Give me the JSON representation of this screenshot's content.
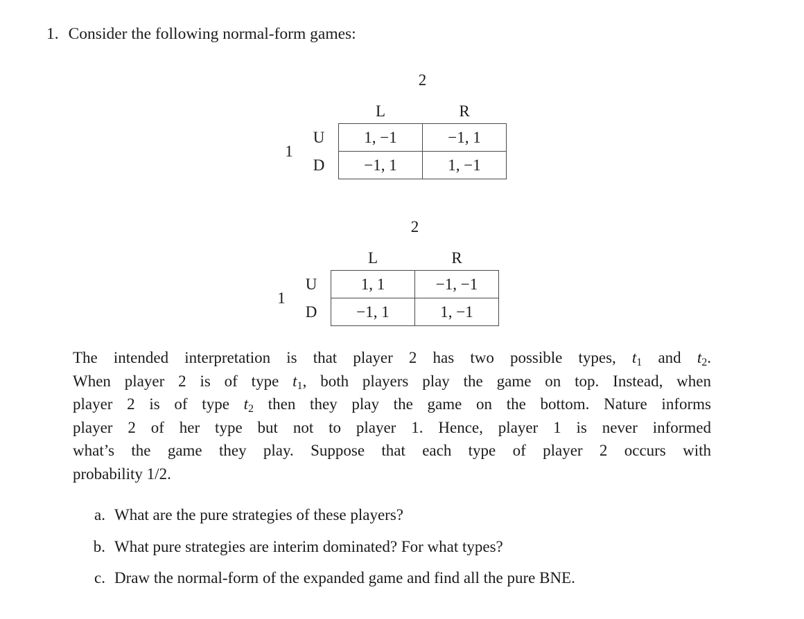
{
  "page": {
    "background": "#ffffff",
    "text_color": "#1b1b1b",
    "table_border_color": "#4a4a4a"
  },
  "problem": {
    "number": "1.",
    "title": "Consider the following normal-form games:"
  },
  "games": [
    {
      "player2_label": "2",
      "player1_label": "1",
      "col_labels": [
        "L",
        "R"
      ],
      "row_labels": [
        "U",
        "D"
      ],
      "cells": [
        [
          "1, −1",
          "−1, 1"
        ],
        [
          "−1, 1",
          "1, −1"
        ]
      ]
    },
    {
      "player2_label": "2",
      "player1_label": "1",
      "col_labels": [
        "L",
        "R"
      ],
      "row_labels": [
        "U",
        "D"
      ],
      "cells": [
        [
          "1, 1",
          "−1, −1"
        ],
        [
          "−1, 1",
          "1, −1"
        ]
      ]
    }
  ],
  "paragraph": {
    "lines": [
      {
        "justify": true,
        "segments": [
          {
            "t": "The intended interpretation is that player 2 has two possible types, "
          },
          {
            "t": "t",
            "math": true
          },
          {
            "t": "1",
            "sub": true
          },
          {
            "t": " and "
          },
          {
            "t": "t",
            "math": true
          },
          {
            "t": "2",
            "sub": true
          },
          {
            "t": "."
          }
        ]
      },
      {
        "justify": true,
        "segments": [
          {
            "t": "When player 2 is of type "
          },
          {
            "t": "t",
            "math": true
          },
          {
            "t": "1",
            "sub": true
          },
          {
            "t": ", both players play the game on top. Instead, when"
          }
        ]
      },
      {
        "justify": true,
        "segments": [
          {
            "t": "player 2 is of type "
          },
          {
            "t": "t",
            "math": true
          },
          {
            "t": "2",
            "sub": true
          },
          {
            "t": " then they play the game on the bottom. Nature informs"
          }
        ]
      },
      {
        "justify": true,
        "segments": [
          {
            "t": "player 2 of her type but not to player 1. Hence, player 1 is never informed"
          }
        ]
      },
      {
        "justify": true,
        "segments": [
          {
            "t": "what’s the game they play. Suppose that each type of player 2 occurs with"
          }
        ]
      },
      {
        "justify": false,
        "segments": [
          {
            "t": "probability 1/2."
          }
        ]
      }
    ]
  },
  "subquestions": [
    {
      "label": "a.",
      "text": "What are the pure strategies of these players?"
    },
    {
      "label": "b.",
      "text": "What pure strategies are interim dominated? For what types?"
    },
    {
      "label": "c.",
      "text": "Draw the normal-form of the expanded game and find all the pure BNE."
    }
  ]
}
